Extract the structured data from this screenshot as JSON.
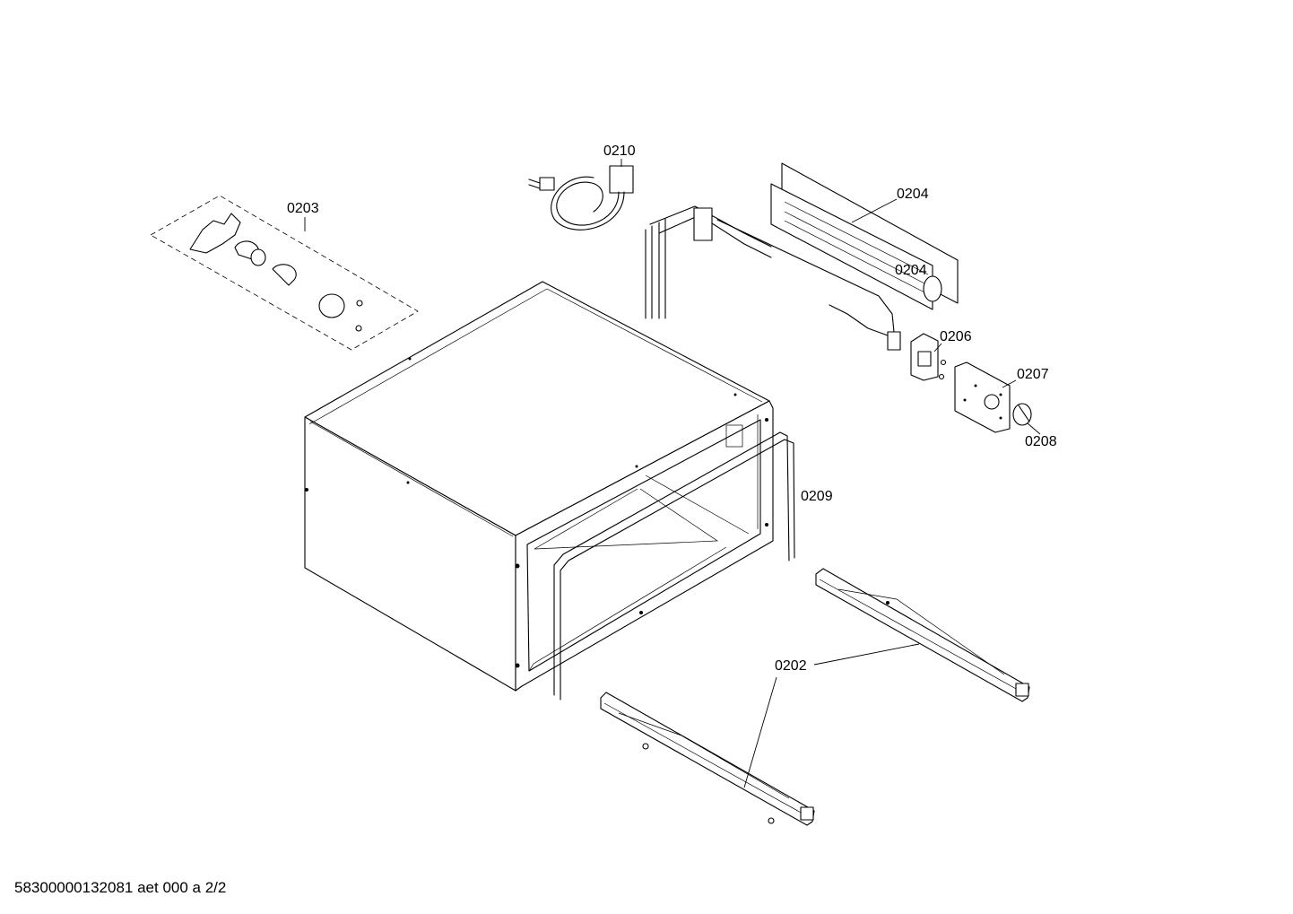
{
  "labels": {
    "p0203": "0203",
    "p0210": "0210",
    "p0204": "0204",
    "p0204b": "0204",
    "p0206": "0206",
    "p0207": "0207",
    "p0208": "0208",
    "p0209": "0209",
    "p0202": "0202"
  },
  "footer": {
    "code": "58300000132081 aet 000 a 2/2"
  }
}
